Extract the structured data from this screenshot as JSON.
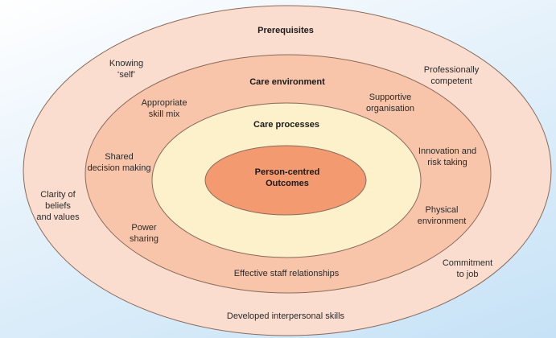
{
  "colors": {
    "prerequisites": "#fbddd0",
    "care_environment": "#f8c5aa",
    "care_processes": "#fdf1cb",
    "outcomes": "#f39a70",
    "stroke": "#8a6a5a"
  },
  "rings": {
    "prerequisites": {
      "title": "Prerequisites",
      "items": [
        [
          "Knowing",
          "‘self’"
        ],
        [
          "Professionally",
          "competent"
        ],
        [
          "Clarity of",
          "beliefs",
          "and values"
        ],
        [
          "Commitment",
          "to job"
        ],
        [
          "Developed interpersonal skills"
        ]
      ]
    },
    "care_environment": {
      "title": "Care environment",
      "items": [
        [
          "Appropriate",
          "skill mix"
        ],
        [
          "Supportive",
          "organisation"
        ],
        [
          "Shared",
          "decision making"
        ],
        [
          "Innovation and",
          "risk taking"
        ],
        [
          "Power",
          "sharing"
        ],
        [
          "Physical",
          "environment"
        ],
        [
          "Effective staff relationships"
        ]
      ]
    },
    "care_processes": {
      "title": "Care processes"
    },
    "outcomes": {
      "title": [
        "Person-centred",
        "Outcomes"
      ]
    }
  }
}
